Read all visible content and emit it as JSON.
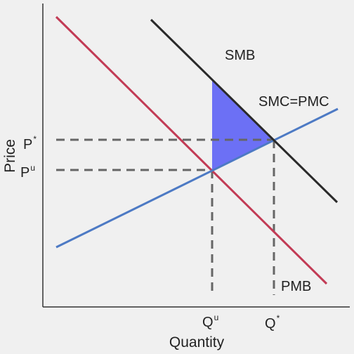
{
  "axes": {
    "x_title": "Quantity",
    "y_title": "Price"
  },
  "curves": {
    "smb": {
      "label": "SMB",
      "color": "#2a2a2a"
    },
    "pmb": {
      "label": "PMB",
      "color": "#c23b55"
    },
    "smc_pmc": {
      "label": "SMC=PMC",
      "color": "#4d7ac4"
    }
  },
  "deadweight_loss": {
    "color": "#6c70f5"
  },
  "guides": {
    "color": "#666666"
  },
  "price_labels": {
    "optimal": {
      "base": "P",
      "sup": "*"
    },
    "unregulated": {
      "base": "P",
      "sup": "u"
    }
  },
  "quantity_labels": {
    "unregulated": {
      "base": "Q",
      "sup": "u"
    },
    "optimal": {
      "base": "Q",
      "sup": "*"
    }
  }
}
